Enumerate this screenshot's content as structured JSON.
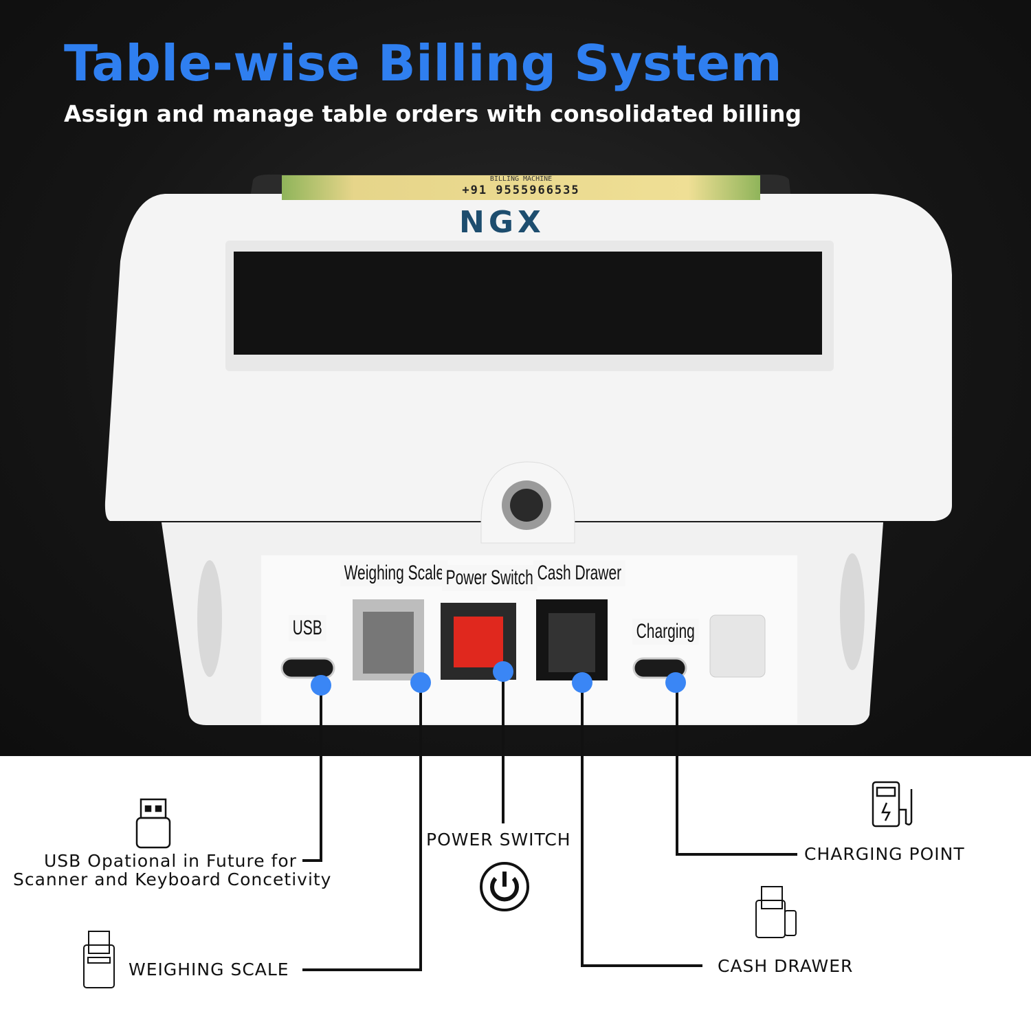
{
  "header": {
    "title": "Table-wise Billing System",
    "subtitle": "Assign and manage table orders with consolidated billing"
  },
  "device": {
    "brand_logo": "NGX",
    "sticker_line1": "BILLING MACHINE",
    "sticker_phone": "+91 9555966535",
    "port_labels": [
      "USB",
      "Weighing Scale",
      "Power Switch",
      "Cash Drawer",
      "Charging"
    ]
  },
  "callouts": {
    "usb": {
      "label_line1": "USB Opational in Future for",
      "label_line2": "Scanner and Keyboard Concetivity",
      "icon": "usb-drive-icon"
    },
    "weighing_scale": {
      "label": "WEIGHING SCALE",
      "icon": "pos-terminal-icon"
    },
    "power_switch": {
      "label": "POWER SWITCH",
      "icon": "power-icon"
    },
    "cash_drawer": {
      "label": "CASH DRAWER",
      "icon": "pos-terminal-icon"
    },
    "charging_point": {
      "label": "CHARGING POINT",
      "icon": "charging-station-icon"
    }
  },
  "colors": {
    "accent": "#2f7ff0",
    "dot": "#3a86f5",
    "switch": "#e0281e",
    "logo": "#1d4d6e"
  }
}
